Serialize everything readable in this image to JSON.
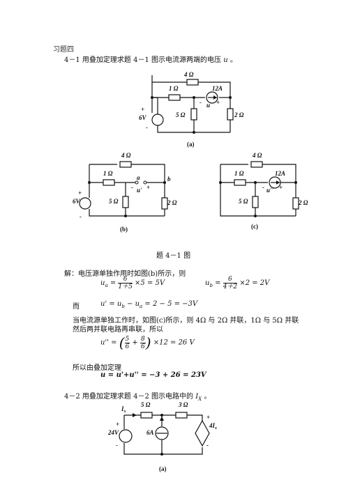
{
  "heading": "习题四",
  "problem1": {
    "text": "4－1 用叠加定理求题 4－1 图示电流源两端的电压",
    "var": "u",
    "end": "。"
  },
  "fig1": {
    "labels": {
      "r4": "4 Ω",
      "r1": "1 Ω",
      "r5": "5 Ω",
      "r2": "2 Ω",
      "src_v": "6V",
      "src_i": "12A",
      "plus": "+",
      "minus": "-",
      "u": "u"
    },
    "caption_a": "(a)",
    "caption_b": "(b)",
    "caption_c": "(c)",
    "b_node_a": "a",
    "b_node_b": "b",
    "b_u": "u'",
    "c_u": "u''"
  },
  "figure_caption": "题 4－1 图",
  "solution": {
    "line1": "解：电压源单独作用时如图(b)所示，则",
    "ua": {
      "lhs": "u",
      "sub": "a",
      "num": "6",
      "den": "1＋5",
      "rest": "×5 = 5V"
    },
    "ub": {
      "lhs": "u",
      "sub": "b",
      "num": "6",
      "den": "4＋2",
      "rest": "×2 = 2V"
    },
    "and": "而",
    "uprime": "u' = u",
    "uprime_sub_b": "b",
    "uprime_mid": " − u",
    "uprime_sub_a": "a",
    "uprime_rest": " = 2 − 5 = −3V",
    "line2": "当电流源单独工作时，如图(c)所示，则 4Ω 与 2Ω 并联，1Ω 与 5Ω 并联",
    "line3": "然后两并联电路再串联，所以",
    "udprime": {
      "lhs": "u'' =",
      "f1num": "5",
      "f1den": "6",
      "plus": "+",
      "f2num": "8",
      "f2den": "6",
      "rest": "×12 = 26 V"
    },
    "line4": "所以由叠加定理",
    "final": "u = u'+u'' = −3 + 26 = 23V"
  },
  "problem2": {
    "text": "4－2 用叠加定理求题 4－2 图示电路中的",
    "var": "I",
    "sub": "X",
    "end": "。"
  },
  "fig2": {
    "labels": {
      "ix": "I",
      "ix_sub": "x",
      "r5": "5 Ω",
      "r3": "3 Ω",
      "src_v": "24V",
      "src_i": "6A",
      "dep": "4I",
      "dep_sub": "x",
      "plus": "+",
      "minus": "-"
    },
    "caption": "(a)"
  }
}
